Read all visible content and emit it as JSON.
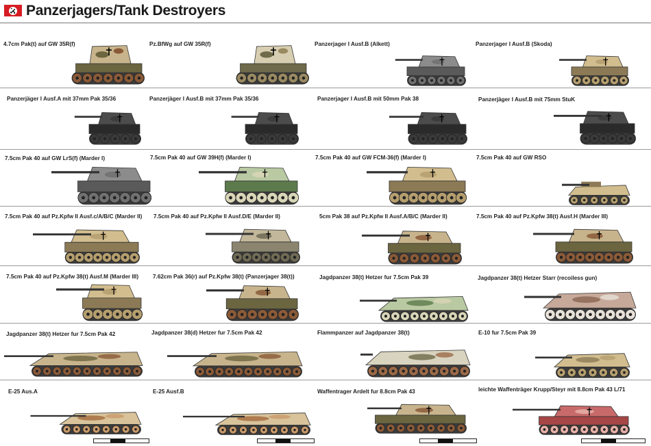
{
  "header": {
    "title": "Panzerjagers/Tank Destroyers"
  },
  "colors": {
    "flag_red": "#d51d23",
    "flag_white": "#ffffff",
    "symbol": "#000000"
  },
  "tanks": [
    {
      "label": "4.7cm Pak(t) auf GW 35R(f)"
    },
    {
      "label": "Pz.BfWg auf GW 35R(f)"
    },
    {
      "label": "Panzerjager I Ausf.B (Alkett)"
    },
    {
      "label": "Panzerjager I Ausf.B (Skoda)"
    },
    {
      "label": "Panzerjäger I Ausf.A mit 37mm Pak 35/36"
    },
    {
      "label": "Panzerjäger I Ausf.B mit 37mm Pak 35/36"
    },
    {
      "label": "Panzerjager I Ausf.B mit 50mm Pak 38"
    },
    {
      "label": "Panzerjäger I Ausf.B mit 75mm StuK"
    },
    {
      "label": "7.5cm Pak 40 auf GW LrS(f) (Marder I)"
    },
    {
      "label": "7.5cm Pak 40 auf GW 39H(f) (Marder I)"
    },
    {
      "label": "7.5cm Pak 40 auf GW FCM-36(f) (Marder I)"
    },
    {
      "label": "7.5cm Pak 40 auf GW RSO"
    },
    {
      "label": "7.5cm Pak 40 auf Pz.Kpfw II Ausf.c/A/B/C (Marder II)"
    },
    {
      "label": "7.5cm Pak 40 auf Pz.Kpfw II Ausf.D/E (Marder II)"
    },
    {
      "label": "5cm Pak 38 auf Pz.Kpfw II Ausf.A/B/C (Marder II)"
    },
    {
      "label": "7.5cm Pak 40 auf Pz.Kpfw 38(t) Ausf.H (Marder III)"
    },
    {
      "label": "7.5cm Pak 40 auf Pz.Kpfw 38(t) Ausf.M (Marder III)"
    },
    {
      "label": "7.62cm Pak 36(r) auf Pz.Kpfw 38(t) (Panzerjager 38(t))"
    },
    {
      "label": "Jagdpanzer 38(t) Hetzer fur 7.5cm Pak 39"
    },
    {
      "label": "Jagdpanzer 38(t) Hetzer Starr (recoiless gun)"
    },
    {
      "label": "Jagdpanzer 38(t) Hetzer fur 7.5cm Pak 42"
    },
    {
      "label": "Jagdpanzer 38(d) Hetzer fur 7.5cm Pak 42"
    },
    {
      "label": "Flammpanzer auf Jagdpanzer 38(t)"
    },
    {
      "label": "E-10 fur 7.5cm Pak 39"
    },
    {
      "label": "E-25 Aus.A"
    },
    {
      "label": "E-25 Ausf.B"
    },
    {
      "label": "Waffentrager Ardelt fur 8.8cm Pak 43"
    },
    {
      "label": "leichte Waffenträger Krupp/Steyr mit 8.8cm Pak 43 L/71"
    }
  ]
}
